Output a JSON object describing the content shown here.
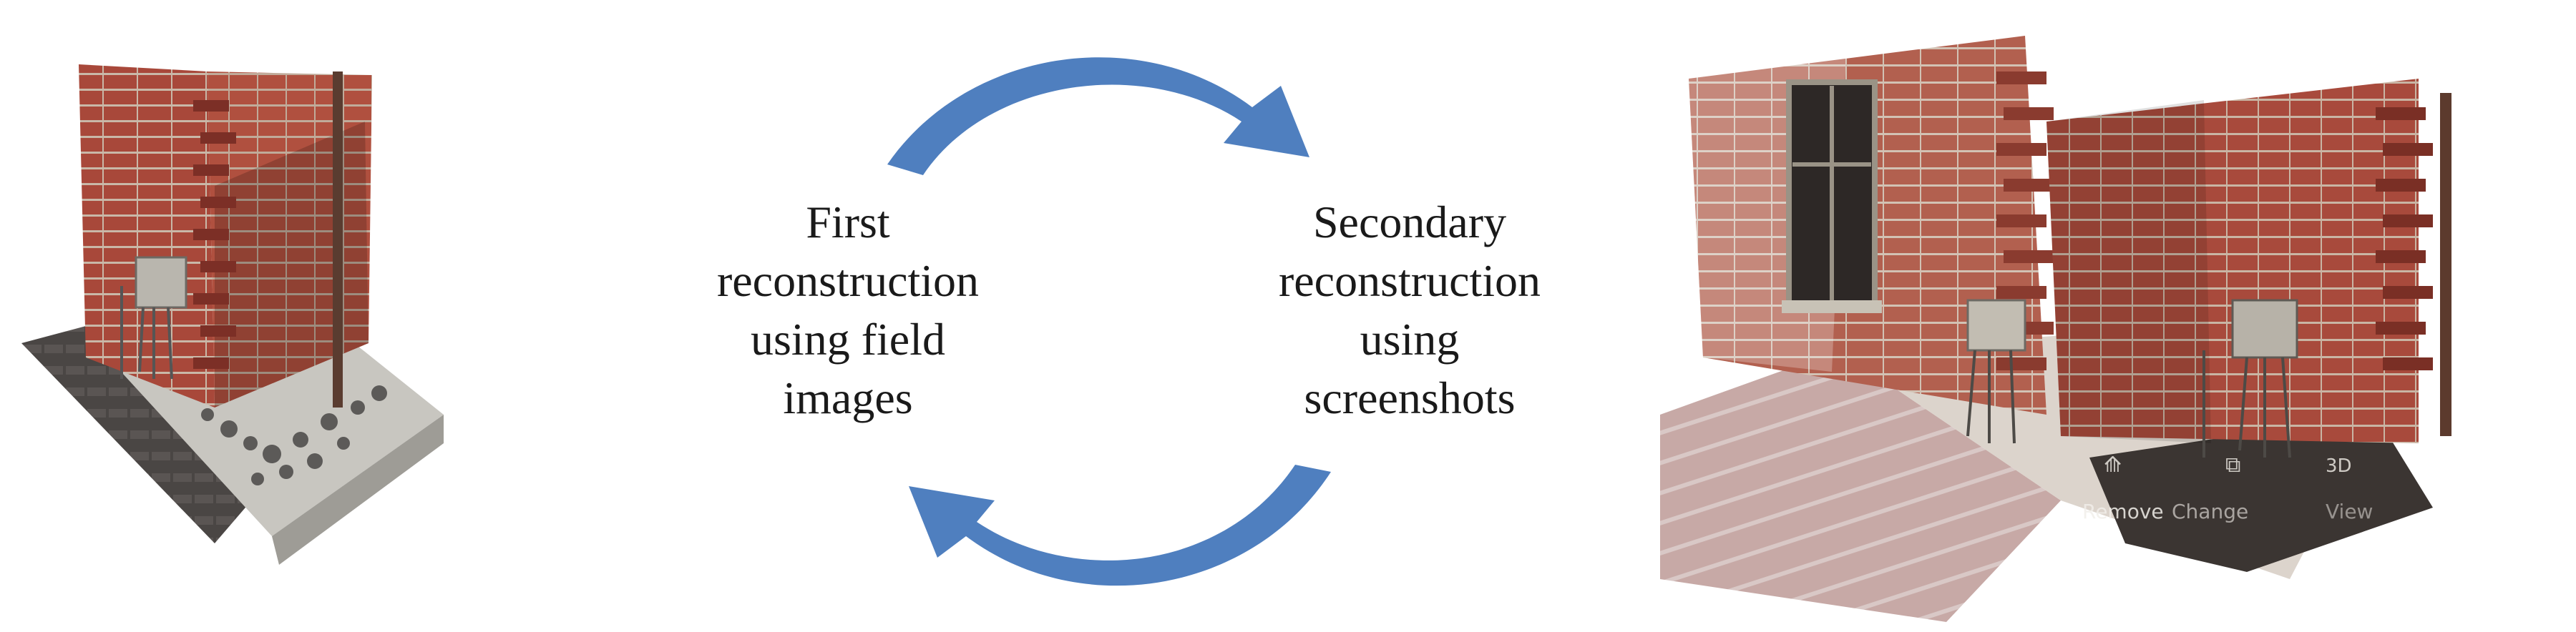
{
  "labels": {
    "first": [
      "First",
      "reconstruction",
      "using field",
      "images"
    ],
    "secondary": [
      "Secondary",
      "reconstruction",
      "using",
      "screenshots"
    ]
  },
  "overlay_ui": {
    "remove": "Remove",
    "change": "Change",
    "view": "View",
    "badge_3d": "3D"
  },
  "colors": {
    "arrow": "#4f7fbf",
    "brick": "#a8483a",
    "brick_dark": "#7c2f26",
    "mortar": "#c9b8a8",
    "stone": "#c8c6c0",
    "pavement": "#b59a94",
    "shadow": "#3b3532"
  },
  "icons": [
    "arrow-clockwise-top-icon",
    "arrow-clockwise-bottom-icon"
  ]
}
